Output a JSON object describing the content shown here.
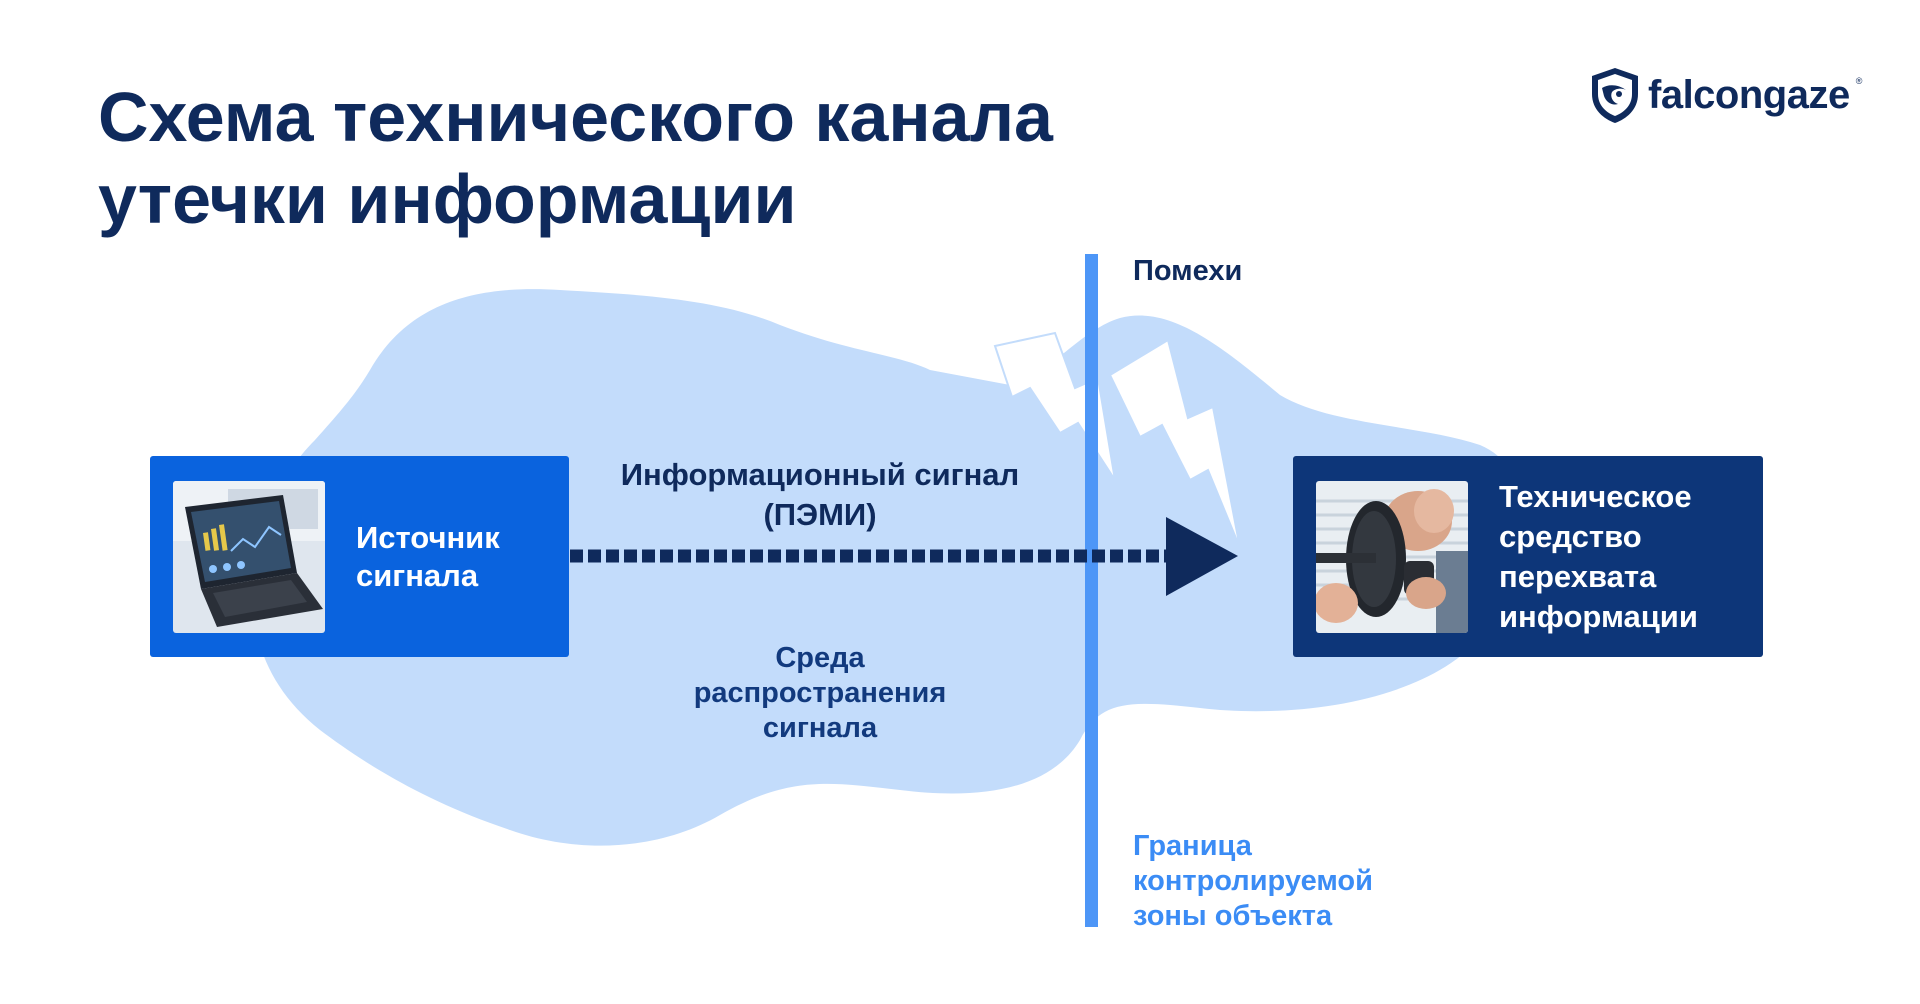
{
  "title": {
    "line1": "Схема технического канала",
    "line2": "утечки информации"
  },
  "logo": {
    "text": "falcongaze",
    "mark": "®",
    "icon": "falcon-shield-icon"
  },
  "nodes": {
    "source": {
      "label": "Источник\nсигнала",
      "icon": "laptop-image"
    },
    "interceptor": {
      "label": "Техническое\nсредство\nперехвата\nинформации",
      "icon": "parabolic-microphone-image"
    }
  },
  "labels": {
    "signal": "Информационный сигнал\n(ПЭМИ)",
    "medium": "Среда\nраспространения\nсигнала",
    "noise": "Помехи",
    "boundary": "Граница\nконтролируемой\nзоны объекта"
  },
  "colors": {
    "title": "#0f2a5c",
    "source_box": "#0a63de",
    "interceptor_box": "#0d3679",
    "cloud": "#c3dcfb",
    "boundary_line": "#4d96f7",
    "arrow": "#0f2a5c",
    "boundary_text": "#3b8cf5"
  }
}
